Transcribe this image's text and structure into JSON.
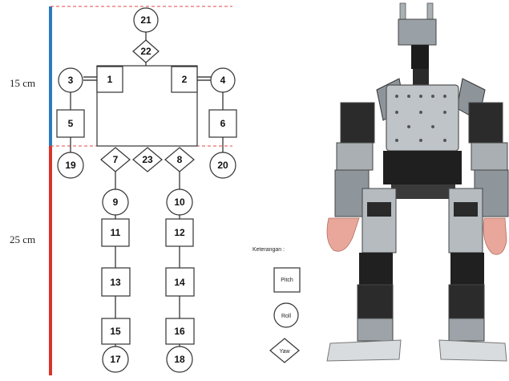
{
  "dimensions": {
    "upper": {
      "label": "15 cm",
      "color": "#2b7bbf"
    },
    "lower": {
      "label": "25 cm",
      "color": "#d9342b"
    },
    "guide_color": "#e04848"
  },
  "legend": {
    "title": "Keterangan :",
    "items": [
      {
        "shape": "square",
        "label": "Pitch"
      },
      {
        "shape": "circle",
        "label": "Roll"
      },
      {
        "shape": "diamond",
        "label": "Yaw"
      }
    ]
  },
  "servos": {
    "s1": "1",
    "s2": "2",
    "s3": "3",
    "s4": "4",
    "s5": "5",
    "s6": "6",
    "s7": "7",
    "s8": "8",
    "s9": "9",
    "s10": "10",
    "s11": "11",
    "s12": "12",
    "s13": "13",
    "s14": "14",
    "s15": "15",
    "s16": "16",
    "s17": "17",
    "s18": "18",
    "s19": "19",
    "s20": "20",
    "s21": "21",
    "s22": "22",
    "s23": "23"
  },
  "photo": {
    "subject": "humanoid-robot-photo"
  }
}
